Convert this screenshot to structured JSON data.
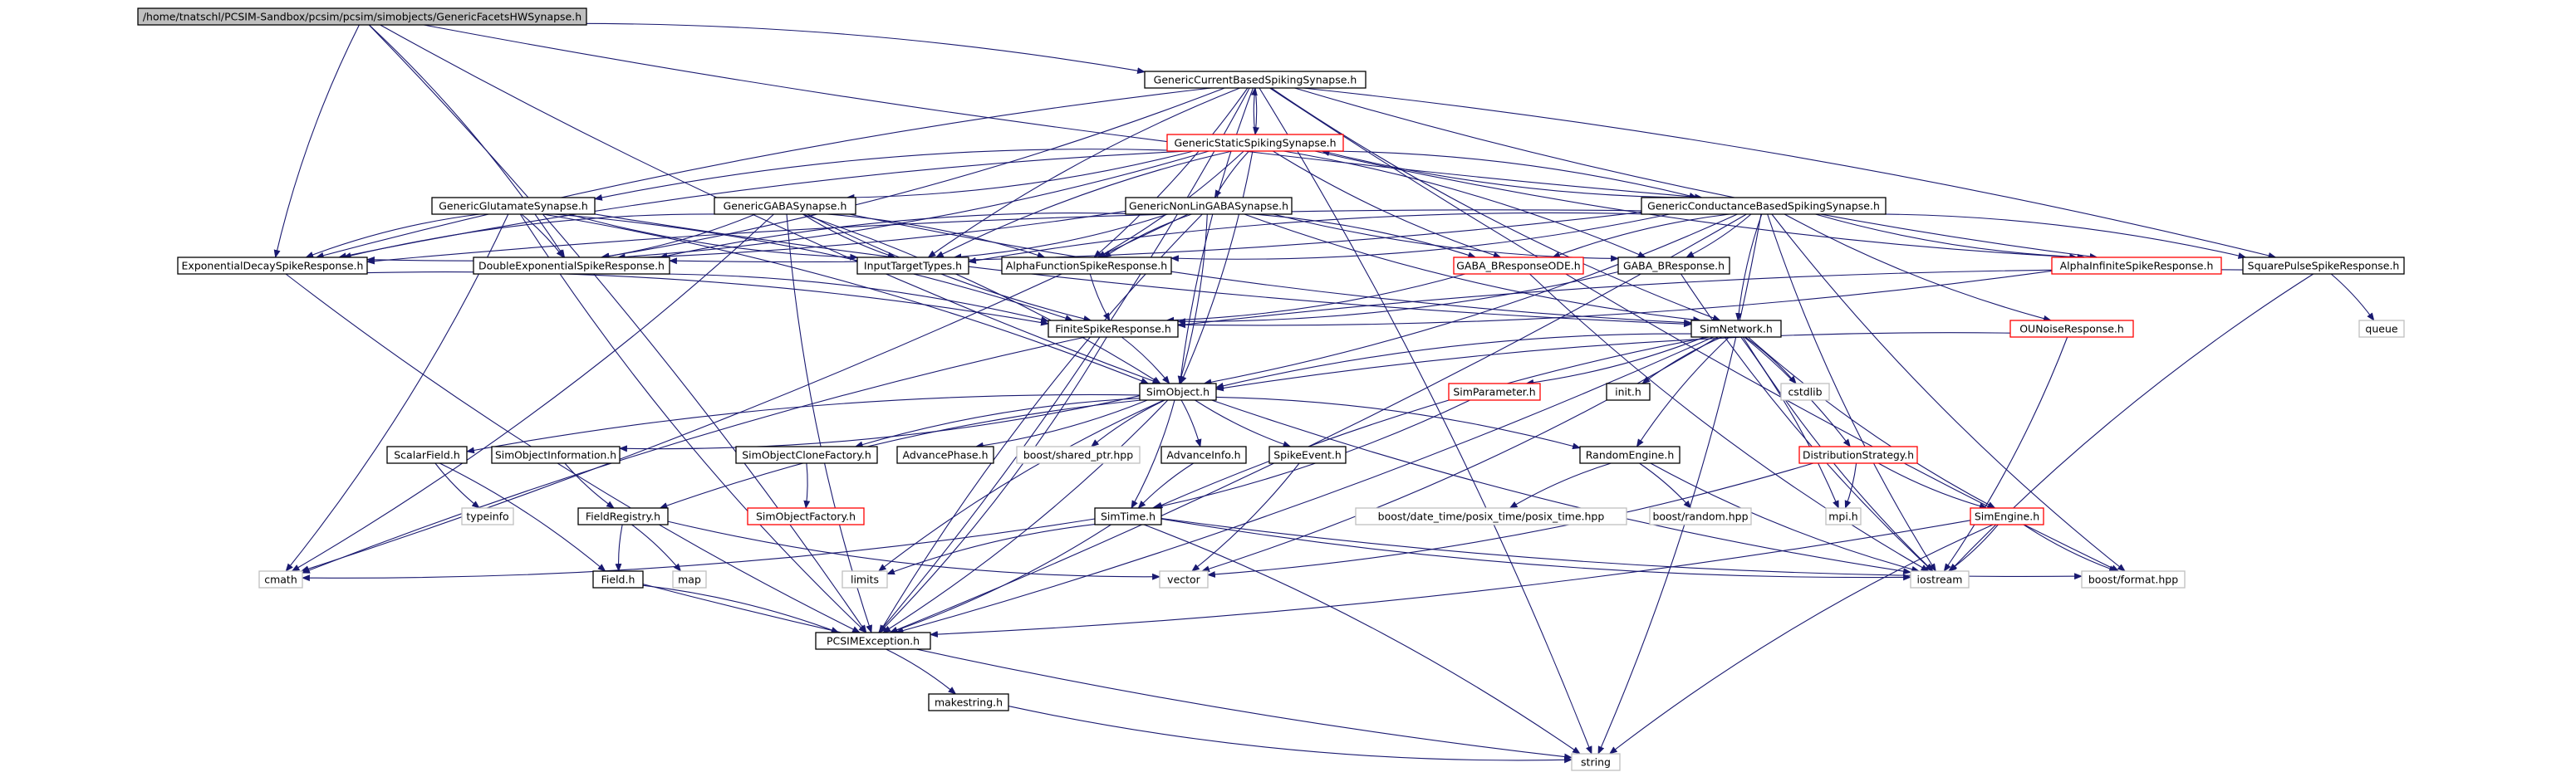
{
  "colors": {
    "edge": "#191970",
    "node_border_black": "#000000",
    "node_border_red": "#ff0000",
    "node_border_gray": "#bfbfbf",
    "root_fill": "#bfbfbf",
    "node_fill": "#ffffff"
  },
  "graph": {
    "nodes": [
      {
        "id": "root",
        "label": "/home/tnatschl/PCSIM-Sandbox/pcsim/pcsim/simobjects/GenericFacetsHWSynapse.h",
        "style": "root"
      },
      {
        "id": "gcbss",
        "label": "GenericCurrentBasedSpikingSynapse.h",
        "style": "black"
      },
      {
        "id": "gsss",
        "label": "GenericStaticSpikingSynapse.h",
        "style": "red"
      },
      {
        "id": "ggs",
        "label": "GenericGlutamateSynapse.h",
        "style": "black"
      },
      {
        "id": "ggaba",
        "label": "GenericGABASynapse.h",
        "style": "black"
      },
      {
        "id": "gnlg",
        "label": "GenericNonLinGABASynapse.h",
        "style": "black"
      },
      {
        "id": "gcondbss",
        "label": "GenericConductanceBasedSpikingSynapse.h",
        "style": "black"
      },
      {
        "id": "edsr",
        "label": "ExponentialDecaySpikeResponse.h",
        "style": "black"
      },
      {
        "id": "dedsr",
        "label": "DoubleExponentialSpikeResponse.h",
        "style": "black"
      },
      {
        "id": "itt",
        "label": "InputTargetTypes.h",
        "style": "black"
      },
      {
        "id": "afsr",
        "label": "AlphaFunctionSpikeResponse.h",
        "style": "black"
      },
      {
        "id": "gbrode",
        "label": "GABA_BResponseODE.h",
        "style": "red"
      },
      {
        "id": "gbr",
        "label": "GABA_BResponse.h",
        "style": "black"
      },
      {
        "id": "aisr",
        "label": "AlphaInfiniteSpikeResponse.h",
        "style": "red"
      },
      {
        "id": "spsr",
        "label": "SquarePulseSpikeResponse.h",
        "style": "black"
      },
      {
        "id": "fsr",
        "label": "FiniteSpikeResponse.h",
        "style": "black"
      },
      {
        "id": "simnet",
        "label": "SimNetwork.h",
        "style": "black"
      },
      {
        "id": "ounoise",
        "label": "OUNoiseResponse.h",
        "style": "red"
      },
      {
        "id": "queue",
        "label": "queue",
        "style": "gray"
      },
      {
        "id": "simobj",
        "label": "SimObject.h",
        "style": "black"
      },
      {
        "id": "simparam",
        "label": "SimParameter.h",
        "style": "red"
      },
      {
        "id": "inith",
        "label": "init.h",
        "style": "black"
      },
      {
        "id": "cstdlib",
        "label": "cstdlib",
        "style": "gray"
      },
      {
        "id": "scalar",
        "label": "ScalarField.h",
        "style": "black"
      },
      {
        "id": "soinfo",
        "label": "SimObjectInformation.h",
        "style": "black"
      },
      {
        "id": "socf",
        "label": "SimObjectCloneFactory.h",
        "style": "black"
      },
      {
        "id": "advph",
        "label": "AdvancePhase.h",
        "style": "black"
      },
      {
        "id": "bshared",
        "label": "boost/shared_ptr.hpp",
        "style": "gray"
      },
      {
        "id": "advinfo",
        "label": "AdvanceInfo.h",
        "style": "black"
      },
      {
        "id": "spikeev",
        "label": "SpikeEvent.h",
        "style": "black"
      },
      {
        "id": "randeng",
        "label": "RandomEngine.h",
        "style": "black"
      },
      {
        "id": "diststr",
        "label": "DistributionStrategy.h",
        "style": "red"
      },
      {
        "id": "typeinfo",
        "label": "typeinfo",
        "style": "gray"
      },
      {
        "id": "sofact",
        "label": "SimObjectFactory.h",
        "style": "red"
      },
      {
        "id": "fieldreg",
        "label": "FieldRegistry.h",
        "style": "black"
      },
      {
        "id": "simtime",
        "label": "SimTime.h",
        "style": "black"
      },
      {
        "id": "bdate",
        "label": "boost/date_time/posix_time/posix_time.hpp",
        "style": "gray"
      },
      {
        "id": "brandom",
        "label": "boost/random.hpp",
        "style": "gray"
      },
      {
        "id": "mpi",
        "label": "mpi.h",
        "style": "gray"
      },
      {
        "id": "simeng",
        "label": "SimEngine.h",
        "style": "red"
      },
      {
        "id": "cmath",
        "label": "cmath",
        "style": "gray"
      },
      {
        "id": "fieldh",
        "label": "Field.h",
        "style": "black"
      },
      {
        "id": "map",
        "label": "map",
        "style": "gray"
      },
      {
        "id": "limits",
        "label": "limits",
        "style": "gray"
      },
      {
        "id": "vector",
        "label": "vector",
        "style": "gray"
      },
      {
        "id": "iostream",
        "label": "iostream",
        "style": "gray"
      },
      {
        "id": "bformat",
        "label": "boost/format.hpp",
        "style": "gray"
      },
      {
        "id": "pcsimexc",
        "label": "PCSIMException.h",
        "style": "black"
      },
      {
        "id": "makestr",
        "label": "makestring.h",
        "style": "black"
      },
      {
        "id": "string",
        "label": "string",
        "style": "gray"
      }
    ],
    "edges": [
      [
        "root",
        "gcbss"
      ],
      [
        "root",
        "edsr"
      ],
      [
        "root",
        "dedsr"
      ],
      [
        "root",
        "simobj"
      ],
      [
        "root",
        "pcsimexc"
      ],
      [
        "root",
        "gcondbss"
      ],
      [
        "gcbss",
        "gsss"
      ],
      [
        "gcbss",
        "edsr"
      ],
      [
        "gcbss",
        "dedsr"
      ],
      [
        "gcbss",
        "itt"
      ],
      [
        "gcbss",
        "afsr"
      ],
      [
        "gcbss",
        "aisr"
      ],
      [
        "gcbss",
        "spsr"
      ],
      [
        "gcbss",
        "simobj"
      ],
      [
        "gcbss",
        "string"
      ],
      [
        "gcbss",
        "bformat"
      ],
      [
        "gcbss",
        "pcsimexc"
      ],
      [
        "gcbss",
        "simnet"
      ],
      [
        "gsss",
        "gcbss"
      ],
      [
        "gsss",
        "ggs"
      ],
      [
        "gsss",
        "ggaba"
      ],
      [
        "gsss",
        "gnlg"
      ],
      [
        "gsss",
        "gcondbss"
      ],
      [
        "gsss",
        "itt"
      ],
      [
        "gsss",
        "afsr"
      ],
      [
        "gsss",
        "gbrode"
      ],
      [
        "gsss",
        "gbr"
      ],
      [
        "gsss",
        "aisr"
      ],
      [
        "gsss",
        "simobj"
      ],
      [
        "gsss",
        "edsr"
      ],
      [
        "gsss",
        "dedsr"
      ],
      [
        "ggs",
        "edsr"
      ],
      [
        "ggs",
        "dedsr"
      ],
      [
        "ggs",
        "itt"
      ],
      [
        "ggs",
        "fsr"
      ],
      [
        "ggs",
        "simnet"
      ],
      [
        "ggs",
        "cmath"
      ],
      [
        "ggs",
        "pcsimexc"
      ],
      [
        "ggs",
        "simobj"
      ],
      [
        "ggaba",
        "edsr"
      ],
      [
        "ggaba",
        "dedsr"
      ],
      [
        "ggaba",
        "itt"
      ],
      [
        "ggaba",
        "afsr"
      ],
      [
        "ggaba",
        "fsr"
      ],
      [
        "ggaba",
        "simobj"
      ],
      [
        "ggaba",
        "simnet"
      ],
      [
        "ggaba",
        "cmath"
      ],
      [
        "ggaba",
        "pcsimexc"
      ],
      [
        "gnlg",
        "edsr"
      ],
      [
        "gnlg",
        "dedsr"
      ],
      [
        "gnlg",
        "itt"
      ],
      [
        "gnlg",
        "afsr"
      ],
      [
        "gnlg",
        "gbrode"
      ],
      [
        "gnlg",
        "gbr"
      ],
      [
        "gnlg",
        "simobj"
      ],
      [
        "gnlg",
        "simnet"
      ],
      [
        "gnlg",
        "cmath"
      ],
      [
        "gnlg",
        "pcsimexc"
      ],
      [
        "gcondbss",
        "gsss"
      ],
      [
        "gcondbss",
        "itt"
      ],
      [
        "gcondbss",
        "afsr"
      ],
      [
        "gcondbss",
        "gbrode"
      ],
      [
        "gcondbss",
        "gbr"
      ],
      [
        "gcondbss",
        "aisr"
      ],
      [
        "gcondbss",
        "spsr"
      ],
      [
        "gcondbss",
        "edsr"
      ],
      [
        "gcondbss",
        "dedsr"
      ],
      [
        "gcondbss",
        "simnet"
      ],
      [
        "gcondbss",
        "simobj"
      ],
      [
        "gcondbss",
        "ounoise"
      ],
      [
        "gcondbss",
        "pcsimexc"
      ],
      [
        "gcondbss",
        "bformat"
      ],
      [
        "gcondbss",
        "string"
      ],
      [
        "gcondbss",
        "iostream"
      ],
      [
        "edsr",
        "fsr"
      ],
      [
        "edsr",
        "pcsimexc"
      ],
      [
        "dedsr",
        "fsr"
      ],
      [
        "afsr",
        "fsr"
      ],
      [
        "gbrode",
        "fsr"
      ],
      [
        "gbrode",
        "iostream"
      ],
      [
        "gbr",
        "fsr"
      ],
      [
        "gbr",
        "iostream"
      ],
      [
        "aisr",
        "fsr"
      ],
      [
        "spsr",
        "fsr"
      ],
      [
        "spsr",
        "queue"
      ],
      [
        "spsr",
        "iostream"
      ],
      [
        "fsr",
        "simobj"
      ],
      [
        "fsr",
        "cmath"
      ],
      [
        "fsr",
        "pcsimexc"
      ],
      [
        "simnet",
        "simobj"
      ],
      [
        "simnet",
        "simparam"
      ],
      [
        "simnet",
        "inith"
      ],
      [
        "simnet",
        "cstdlib"
      ],
      [
        "simnet",
        "randeng"
      ],
      [
        "simnet",
        "diststr"
      ],
      [
        "simnet",
        "simeng"
      ],
      [
        "simnet",
        "mpi"
      ],
      [
        "simnet",
        "iostream"
      ],
      [
        "simnet",
        "vector"
      ],
      [
        "simnet",
        "simtime"
      ],
      [
        "simnet",
        "pcsimexc"
      ],
      [
        "ounoise",
        "simobj"
      ],
      [
        "ounoise",
        "iostream"
      ],
      [
        "simobj",
        "scalar"
      ],
      [
        "simobj",
        "soinfo"
      ],
      [
        "simobj",
        "socf"
      ],
      [
        "simobj",
        "advph"
      ],
      [
        "simobj",
        "bshared"
      ],
      [
        "simobj",
        "advinfo"
      ],
      [
        "simobj",
        "spikeev"
      ],
      [
        "simobj",
        "randeng"
      ],
      [
        "simobj",
        "fieldreg"
      ],
      [
        "simobj",
        "simtime"
      ],
      [
        "simobj",
        "limits"
      ],
      [
        "simobj",
        "pcsimexc"
      ],
      [
        "simobj",
        "iostream"
      ],
      [
        "simparam",
        "simtime"
      ],
      [
        "scalar",
        "typeinfo"
      ],
      [
        "scalar",
        "fieldh"
      ],
      [
        "soinfo",
        "fieldreg"
      ],
      [
        "socf",
        "sofact"
      ],
      [
        "advinfo",
        "simtime"
      ],
      [
        "spikeev",
        "vector"
      ],
      [
        "randeng",
        "bdate"
      ],
      [
        "randeng",
        "brandom"
      ],
      [
        "randeng",
        "iostream"
      ],
      [
        "diststr",
        "mpi"
      ],
      [
        "diststr",
        "simeng"
      ],
      [
        "diststr",
        "vector"
      ],
      [
        "fieldreg",
        "fieldh"
      ],
      [
        "fieldreg",
        "map"
      ],
      [
        "fieldreg",
        "vector"
      ],
      [
        "simtime",
        "cmath"
      ],
      [
        "simtime",
        "limits"
      ],
      [
        "simtime",
        "pcsimexc"
      ],
      [
        "simtime",
        "iostream"
      ],
      [
        "simtime",
        "string"
      ],
      [
        "simtime",
        "bformat"
      ],
      [
        "simeng",
        "iostream"
      ],
      [
        "simeng",
        "bformat"
      ],
      [
        "simeng",
        "pcsimexc"
      ],
      [
        "simeng",
        "string"
      ],
      [
        "fieldh",
        "pcsimexc"
      ],
      [
        "fieldh",
        "string"
      ],
      [
        "pcsimexc",
        "makestr"
      ],
      [
        "makestr",
        "string"
      ]
    ]
  }
}
